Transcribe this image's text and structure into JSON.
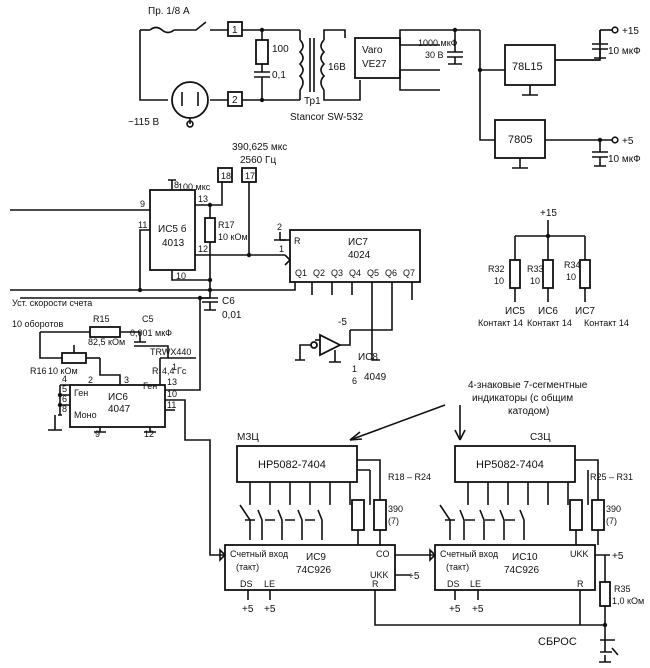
{
  "power": {
    "fuse": "Пр. 1/8 A",
    "terminal1": "1",
    "terminal2": "2",
    "mains": "~115 В",
    "r100": "100",
    "c01": "0,1",
    "sec_voltage": "16В",
    "transformer_ref": "Тр1",
    "transformer_model": "Stancor SW-532",
    "bridge_name": "Varo",
    "bridge_model": "VE27",
    "cap_main": "1000 мкФ",
    "cap_main_v": "30 В",
    "reg1": "78L15",
    "reg2": "7805",
    "out15": "+15",
    "out5": "+5",
    "cap10a": "10 мкФ",
    "cap10b": "10 мкФ"
  },
  "timebase": {
    "period": "390,625 мкс",
    "freq": "2560 Гц",
    "t18": "18",
    "t17": "17",
    "label_100": "100 мкс",
    "ic5_name": "ИС5 б",
    "ic5_type": "4013",
    "pin9": "9",
    "pin8": "8",
    "pin13": "13",
    "pin11": "11",
    "pin10": "10",
    "pin12": "12",
    "r17": "R17",
    "r17v": "10 кОм",
    "pin2": "2",
    "pin1": "1",
    "c6": "C6",
    "c6v": "0,01",
    "ic7_name": "ИС7",
    "ic7_type": "4024",
    "ic7_r": "R",
    "ic7_q": [
      "Q1",
      "Q2",
      "Q3",
      "Q4",
      "Q5",
      "Q6",
      "Q7"
    ]
  },
  "pullups": {
    "v15": "+15",
    "r32": "R32",
    "r33": "R33",
    "r34": "R34",
    "val": "10",
    "ic5": "ИС5",
    "ic6": "ИС6",
    "ic7": "ИС7",
    "pin": "Контакт 14"
  },
  "osc": {
    "speed": "Уст. скорости счета",
    "turns": "10 оборотов",
    "r15": "R15",
    "r15v": "82,5 кОм",
    "c5": "C5",
    "c5v": "0,001 мкФ",
    "trw": "TRWX440",
    "r16": "R16",
    "r16v": "10 кОм",
    "pin2": "2",
    "pin3": "3",
    "pin1": "1",
    "pin4": "4",
    "pin5": "5",
    "pin6": "6",
    "pin8": "8",
    "pin9": "9",
    "pin12": "12",
    "pin13": "13",
    "pin10": "10",
    "pin11": "11",
    "ic6_name": "ИС6",
    "ic6_type": "4047",
    "gen_l": "Ген",
    "gen_r": "Ген",
    "mono": "Моно",
    "rpin": "R",
    "freq": "4,4 Гс",
    "inv_v": "-5",
    "ic8": "ИС8",
    "ic8_frac_top": "1",
    "ic8_frac_bot": "6",
    "ic8_type": "4049"
  },
  "display": {
    "caption1": "4-знаковые 7-сегментные",
    "caption2": "индикаторы (с общим",
    "caption3": "катодом)",
    "msd": "МЗЦ",
    "lsd": "СЗЦ",
    "disp1": "HP5082-7404",
    "disp2": "HP5082-7404",
    "r18": "R18 – R24",
    "r25": "R25 – R31",
    "r390a": "390",
    "r390b": "390",
    "x7a": "(7)",
    "x7b": "(7)",
    "ic9_in1": "Счетный вход",
    "ic9_in2": "(такт)",
    "ic9_name": "ИС9",
    "ic9_type": "74C926",
    "ic9_co": "CO",
    "ic9_ukk": "UKK",
    "ic9_ds": "DS",
    "ic9_le": "LE",
    "ic9_r": "R",
    "ic10_in1": "Счетный вход",
    "ic10_in2": "(такт)",
    "ic10_name": "ИС10",
    "ic10_type": "74C926",
    "ic10_ukk": "UKK",
    "ic10_ds": "DS",
    "ic10_le": "LE",
    "ic10_r": "R",
    "p5": "+5",
    "r35": "R35",
    "r35v": "1,0 кОм",
    "reset": "СБРОС"
  }
}
